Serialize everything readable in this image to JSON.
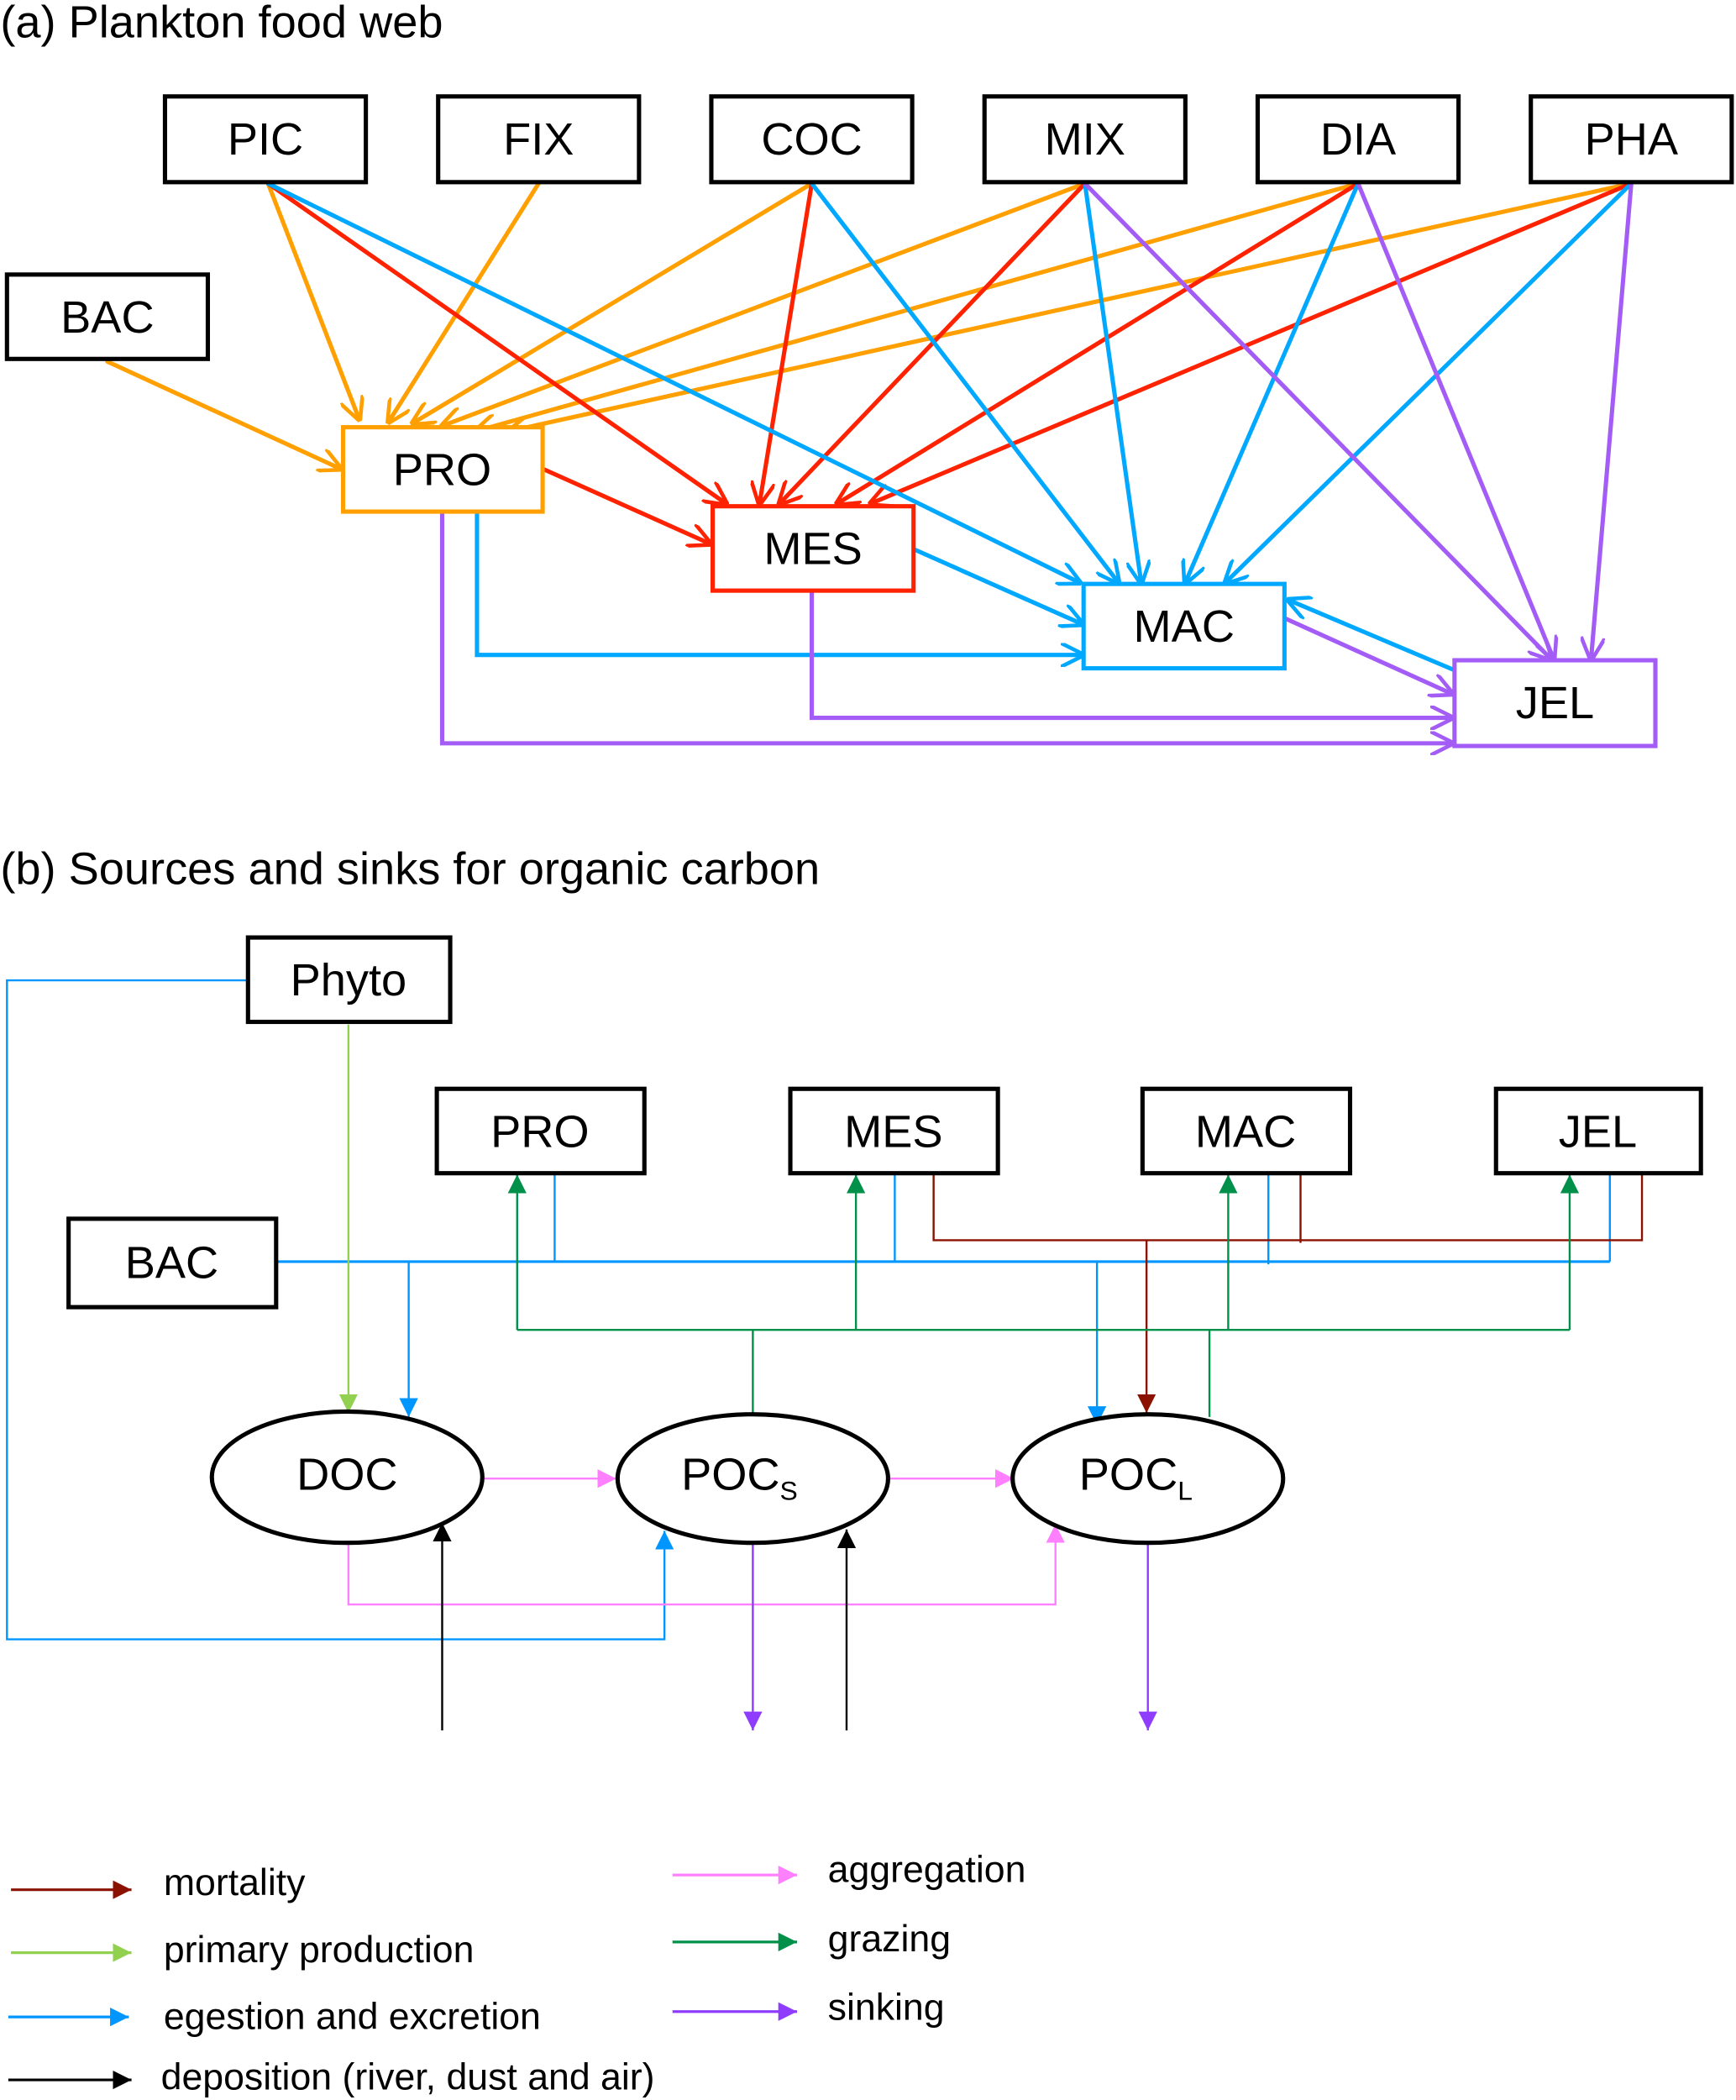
{
  "panel_a": {
    "title": "(a) Plankton food web",
    "colors": {
      "orange": "#ffa000",
      "red": "#ff2200",
      "blue": "#00a8ff",
      "purple": "#a35cf5",
      "black": "#000000"
    },
    "nodes": {
      "PIC": "PIC",
      "FIX": "FIX",
      "COC": "COC",
      "MIX": "MIX",
      "DIA": "DIA",
      "PHA": "PHA",
      "BAC": "BAC",
      "PRO": "PRO",
      "MES": "MES",
      "MAC": "MAC",
      "JEL": "JEL"
    }
  },
  "panel_b": {
    "title": "(b) Sources and sinks for organic carbon",
    "nodes": {
      "Phyto": "Phyto",
      "PRO": "PRO",
      "MES": "MES",
      "MAC": "MAC",
      "JEL": "JEL",
      "BAC": "BAC"
    },
    "pools": {
      "DOC": "DOC",
      "POCS_main": "POC",
      "POCS_sub": "S",
      "POCL_main": "POC",
      "POCL_sub": "L"
    },
    "colors": {
      "mortality": "#8b1200",
      "primary_production": "#92d050",
      "egestion": "#0096ff",
      "deposition": "#000000",
      "aggregation": "#ff80ff",
      "grazing": "#00904a",
      "sinking": "#8f3cff"
    }
  },
  "legend": {
    "left": [
      {
        "label": "mortality",
        "key": "mortality"
      },
      {
        "label": "primary production",
        "key": "primary_production"
      },
      {
        "label": "egestion and excretion",
        "key": "egestion"
      },
      {
        "label": "deposition (river, dust and air)",
        "key": "deposition"
      }
    ],
    "right": [
      {
        "label": "aggregation",
        "key": "aggregation"
      },
      {
        "label": "grazing",
        "key": "grazing"
      },
      {
        "label": "sinking",
        "key": "sinking"
      }
    ]
  }
}
